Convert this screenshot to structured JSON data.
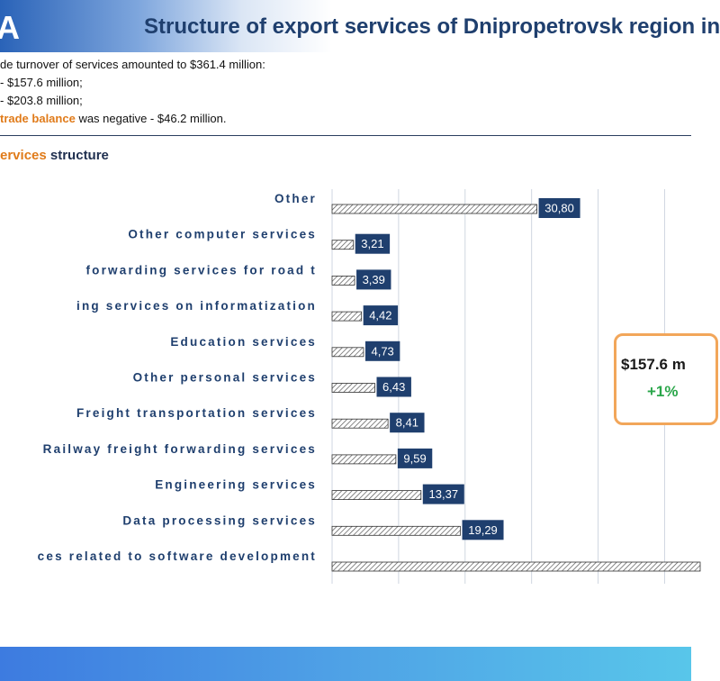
{
  "header": {
    "logo_text": "A",
    "title": "Structure of export services of Dnipropetrovsk region in"
  },
  "intro": {
    "line1": "de turnover of services amounted to $361.4 million:",
    "line2": "- $157.6 million;",
    "line3": "- $203.8 million;",
    "line4_accent": "trade balance",
    "line4_rest": " was negative - $46.2 million."
  },
  "section": {
    "title_accent": "ervices",
    "title_rest": " structure"
  },
  "callout": {
    "amount": "$157.6 m",
    "change": "+1%"
  },
  "chart_data": {
    "type": "bar",
    "orientation": "horizontal",
    "categories": [
      "Other",
      "Other computer services",
      "forwarding services for road t",
      "ing services on informatization",
      "Education services",
      "Other personal services",
      "Freight transportation services",
      "Railway freight forwarding services",
      "Engineering services",
      "Data processing services",
      "ces related to software development"
    ],
    "values": [
      30.8,
      3.21,
      3.39,
      4.42,
      4.73,
      6.43,
      8.41,
      9.59,
      13.37,
      19.29,
      60.0
    ],
    "value_labels": [
      "30,80",
      "3,21",
      "3,39",
      "4,42",
      "4,73",
      "6,43",
      "8,41",
      "9,59",
      "13,37",
      "19,29",
      ""
    ],
    "xlim": [
      0,
      54
    ],
    "grid_step": 10,
    "grid": true,
    "bar_pattern": "diagonal-hatch",
    "label_color": "#1f3f6e",
    "value_box_color": "#1f3f6e"
  }
}
